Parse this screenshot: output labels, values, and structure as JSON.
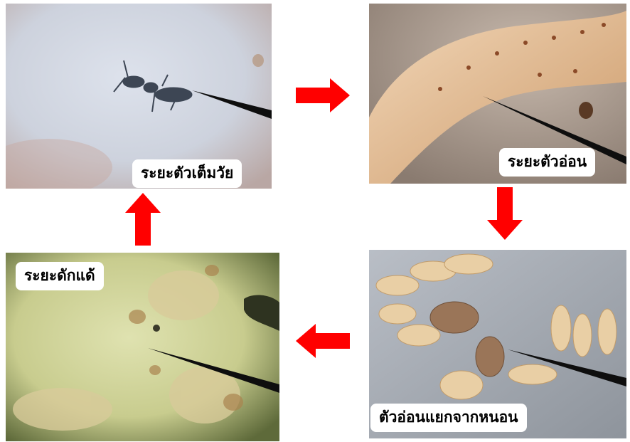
{
  "stages": {
    "adult": {
      "label": "ระยะตัวเต็มวัย"
    },
    "larva": {
      "label": "ระยะตัวอ่อน"
    },
    "separated": {
      "label": "ตัวอ่อนแยกจากหนอน"
    },
    "pupa": {
      "label": "ระยะดักแด้"
    }
  },
  "colors": {
    "arrow": "#ff0000",
    "label_bg": "#ffffff",
    "label_text": "#000000"
  },
  "arrows": [
    {
      "name": "adult-to-larva",
      "direction": "right"
    },
    {
      "name": "larva-to-separated",
      "direction": "down"
    },
    {
      "name": "separated-to-pupa",
      "direction": "left"
    },
    {
      "name": "pupa-to-adult",
      "direction": "up"
    }
  ]
}
